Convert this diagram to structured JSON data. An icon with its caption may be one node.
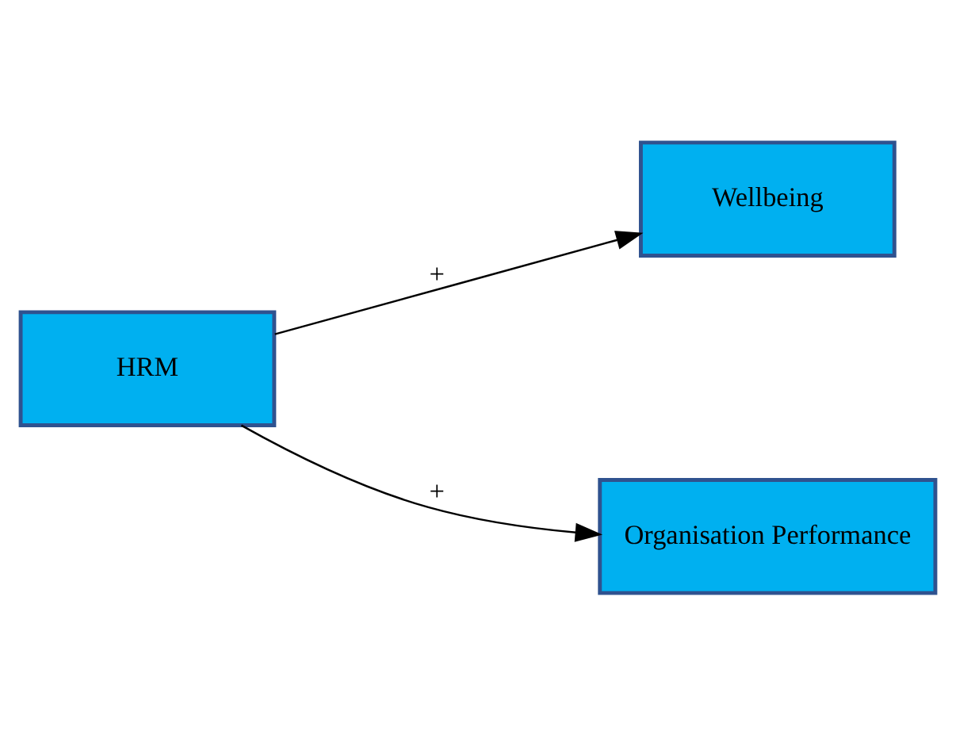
{
  "diagram": {
    "nodes": [
      {
        "text": [
          "HRM"
        ]
      },
      {
        "text": [
          "Wellbeing"
        ]
      },
      {
        "text": [
          "Organisation Performance"
        ]
      }
    ],
    "edges": [
      {
        "from": 0,
        "to": 1,
        "arrow": "to",
        "label": "+"
      },
      {
        "from": 0,
        "to": 2,
        "arrow": "to",
        "label": "+"
      }
    ]
  }
}
